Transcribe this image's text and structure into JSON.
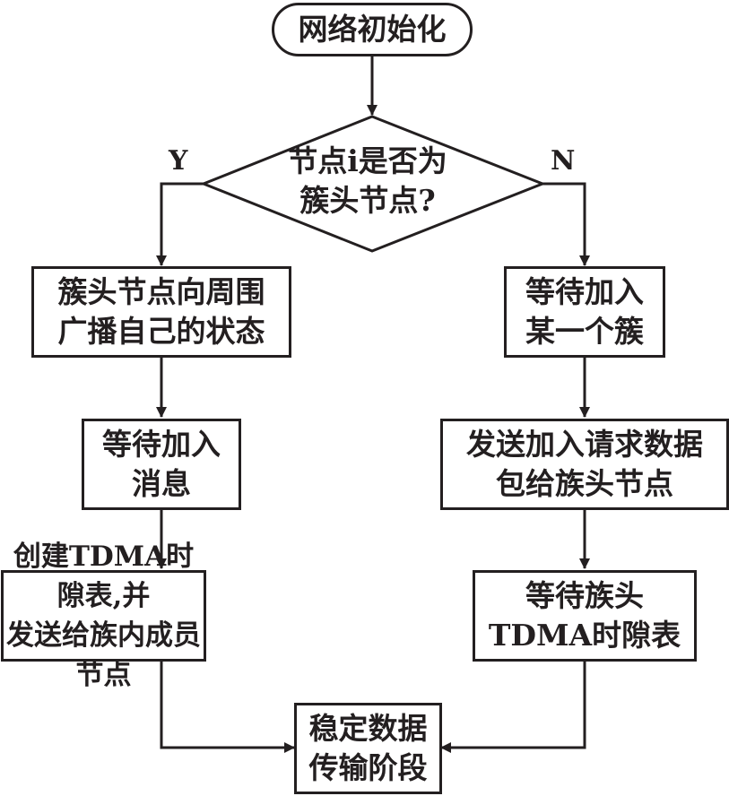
{
  "diagram": {
    "start": {
      "text": "网络初始化"
    },
    "decision": {
      "line1": "节点i是否为",
      "line2": "簇头节点?"
    },
    "branch_yes": "Y",
    "branch_no": "N",
    "left": [
      {
        "line1": "簇头节点向周围",
        "line2": "广播自己的状态"
      },
      {
        "line1": "等待加入",
        "line2": "消息"
      },
      {
        "line1": "创建TDMA时隙表,并",
        "line2": "发送给族内成员节点"
      }
    ],
    "right": [
      {
        "line1": "等待加入",
        "line2": "某一个簇"
      },
      {
        "line1": "发送加入请求数据",
        "line2": "包给族头节点"
      },
      {
        "line1": "等待族头",
        "line2": "TDMA时隙表"
      }
    ],
    "end": {
      "line1": "稳定数据",
      "line2": "传输阶段"
    }
  }
}
